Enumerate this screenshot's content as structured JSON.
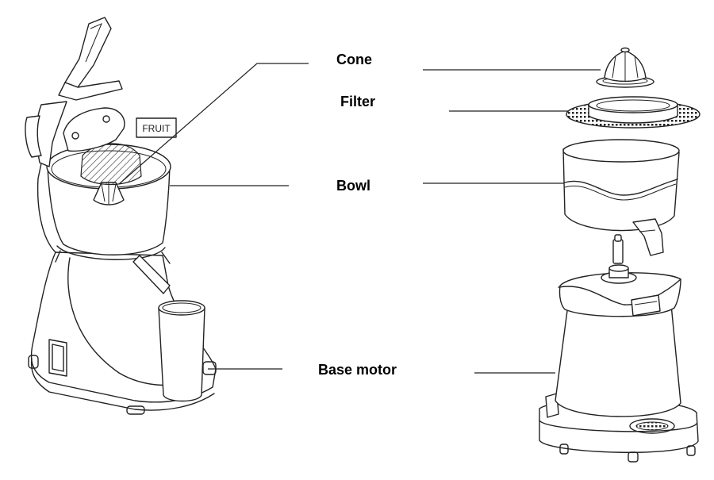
{
  "labels": {
    "cone": "Cone",
    "filter": "Filter",
    "bowl": "Bowl",
    "base_motor": "Base motor"
  },
  "sticker": "FRUIT",
  "colors": {
    "line": "#222222",
    "background": "#ffffff"
  }
}
